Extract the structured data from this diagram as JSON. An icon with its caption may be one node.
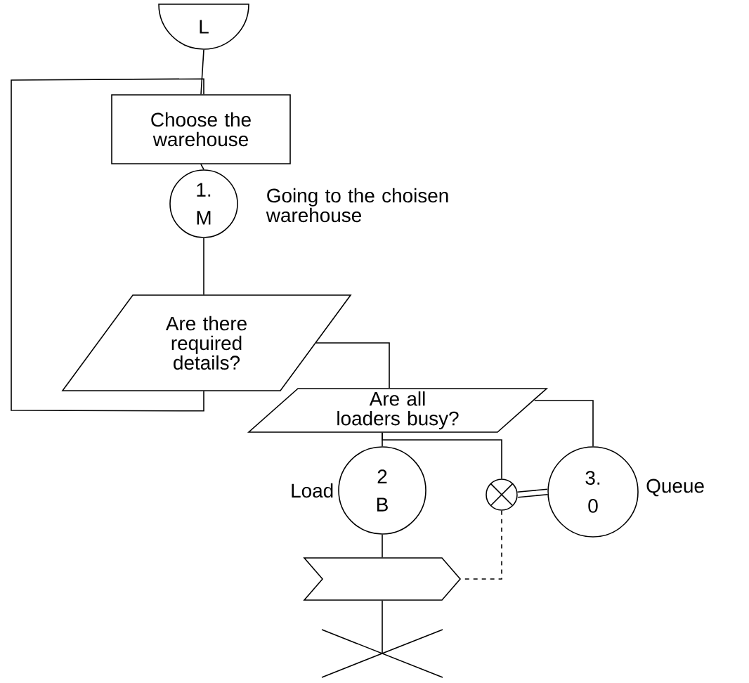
{
  "diagram": {
    "nodes": [
      {
        "text": [
          "L"
        ]
      },
      {
        "text": [
          "Choose the warehouse"
        ]
      },
      {
        "text": [
          "1.",
          "M"
        ],
        "beside": [
          "Going to the choisen warehouse"
        ]
      },
      {
        "text": [
          "Are there required details?"
        ]
      },
      {
        "text": [
          "Are all loaders busy?"
        ]
      },
      {
        "text": [
          "2",
          "B"
        ],
        "beside": [
          "Load"
        ]
      },
      {
        "text": [],
        "shape": "circle"
      },
      {
        "text": [
          "3.",
          "0"
        ],
        "beside": [
          "Queue"
        ]
      },
      {
        "text": [],
        "shape": "chevron"
      },
      {
        "text": [],
        "shape": "cross"
      }
    ],
    "edges": [
      {
        "from": 0,
        "to": 1,
        "arrow": "none"
      },
      {
        "from": 1,
        "to": 2,
        "arrow": "none"
      },
      {
        "from": 2,
        "to": 3,
        "arrow": "none"
      },
      {
        "from": 3,
        "to": 1,
        "arrow": "none"
      },
      {
        "from": 3,
        "to": 4,
        "arrow": "none"
      },
      {
        "from": 4,
        "to": 5,
        "arrow": "none"
      },
      {
        "from": 4,
        "to": 6,
        "arrow": "none"
      },
      {
        "from": 4,
        "to": 7,
        "arrow": "none"
      },
      {
        "from": 6,
        "to": 7,
        "arrow": "none",
        "style": "thick"
      },
      {
        "from": 6,
        "to": 8,
        "arrow": "none",
        "style": "dashed"
      },
      {
        "from": 5,
        "to": 8,
        "arrow": "none"
      },
      {
        "from": 8,
        "to": 9,
        "arrow": "none"
      }
    ]
  }
}
